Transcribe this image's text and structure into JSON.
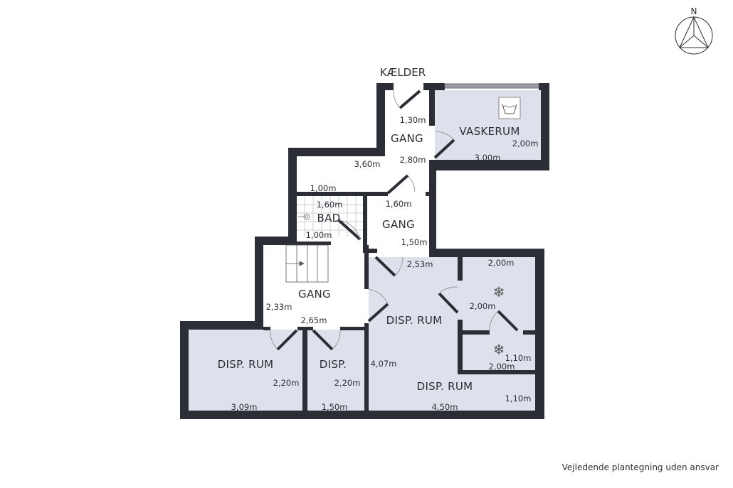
{
  "floor_title": "KÆLDER",
  "compass_label": "N",
  "disclaimer": "Vejledende plantegning uden ansvar",
  "colors": {
    "wall": "#2b2e34",
    "room_fill": "#dde1ec",
    "window": "#8a8d92"
  },
  "rooms": {
    "gang_upper": "GANG",
    "vaskerum": "VASKERUM",
    "bad": "BAD",
    "gang_middle": "GANG",
    "gang_lower": "GANG",
    "disp_rum_center": "DISP. RUM",
    "disp_rum_left": "DISP. RUM",
    "disp": "DISP.",
    "disp_rum_bottom": "DISP. RUM"
  },
  "dimensions": {
    "gang_upper_width": "1,30m",
    "gang_upper_length": "2,80m",
    "hall_width": "3,60m",
    "vaskerum_depth": "2,00m",
    "vaskerum_width": "3,00m",
    "hall_depth": "1,00m",
    "bad_width": "1,60m",
    "bad_depth": "1,00m",
    "gang_middle_width": "1,60m",
    "gang_middle_depth": "1,50m",
    "disp_center_width": "2,53m",
    "freezer1_width": "2,00m",
    "freezer1_depth": "2,00m",
    "gang_lower_depth": "2,33m",
    "gang_lower_width": "2,65m",
    "freezer2_depth": "1,10m",
    "freezer2_width": "2,00m",
    "disp_center_depth": "4,07m",
    "disp_left_depth": "2,20m",
    "disp_depth": "2,20m",
    "disp_left_width": "3,09m",
    "disp_width": "1,50m",
    "disp_bottom_width": "4,50m",
    "disp_bottom_depth": "1,10m"
  }
}
